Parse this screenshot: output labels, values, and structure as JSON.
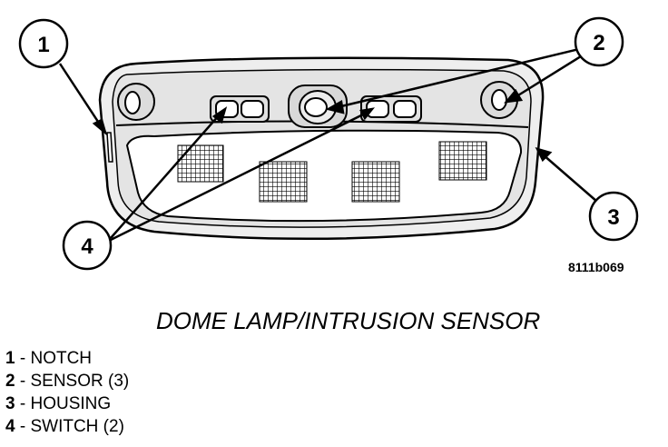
{
  "figure": {
    "id_label": "8111b069",
    "callouts": [
      {
        "number": "1"
      },
      {
        "number": "2"
      },
      {
        "number": "3"
      },
      {
        "number": "4"
      }
    ]
  },
  "caption": "DOME LAMP/INTRUSION SENSOR",
  "legend": [
    {
      "number": "1",
      "separator": " - ",
      "text": "NOTCH"
    },
    {
      "number": "2",
      "separator": " - ",
      "text": "SENSOR (3)"
    },
    {
      "number": "3",
      "separator": " - ",
      "text": "HOUSING"
    },
    {
      "number": "4",
      "separator": " - ",
      "text": "SWITCH (2)"
    }
  ]
}
